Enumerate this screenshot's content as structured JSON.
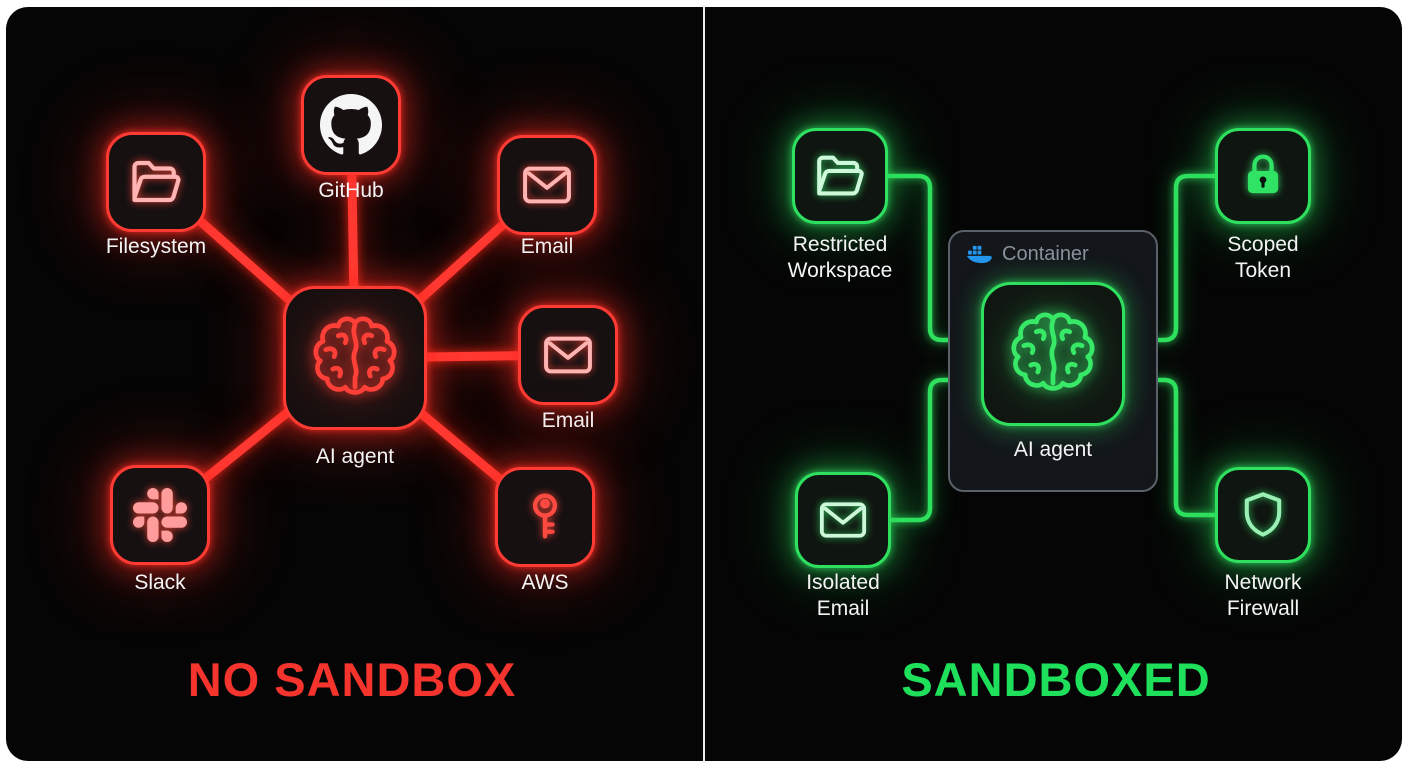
{
  "left_panel": {
    "title": "NO SANDBOX",
    "center": {
      "label": "AI agent",
      "icon": "brain-icon"
    },
    "nodes": {
      "filesystem": {
        "label": "Filesystem",
        "icon": "folder-icon"
      },
      "github": {
        "label": "GitHub",
        "icon": "github-icon"
      },
      "email_top": {
        "label": "Email",
        "icon": "envelope-icon"
      },
      "email_right": {
        "label": "Email",
        "icon": "envelope-icon"
      },
      "slack": {
        "label": "Slack",
        "icon": "slack-icon"
      },
      "aws": {
        "label": "AWS",
        "icon": "key-icon"
      }
    },
    "colors": {
      "accent": "#ff3b34",
      "title": "#f5342e"
    }
  },
  "right_panel": {
    "title": "SANDBOXED",
    "container": {
      "label": "Container",
      "icon": "docker-icon"
    },
    "center": {
      "label": "AI agent",
      "icon": "brain-icon"
    },
    "nodes": {
      "restricted_workspace": {
        "label": "Restricted\nWorkspace",
        "icon": "folder-icon"
      },
      "scoped_token": {
        "label": "Scoped\nToken",
        "icon": "lock-icon"
      },
      "isolated_email": {
        "label": "Isolated\nEmail",
        "icon": "envelope-icon"
      },
      "network_firewall": {
        "label": "Network\nFirewall",
        "icon": "shield-icon"
      }
    },
    "colors": {
      "accent": "#2ee05e",
      "title": "#1fe05a",
      "container_border": "#5b616b",
      "docker_blue": "#2496ed"
    }
  }
}
